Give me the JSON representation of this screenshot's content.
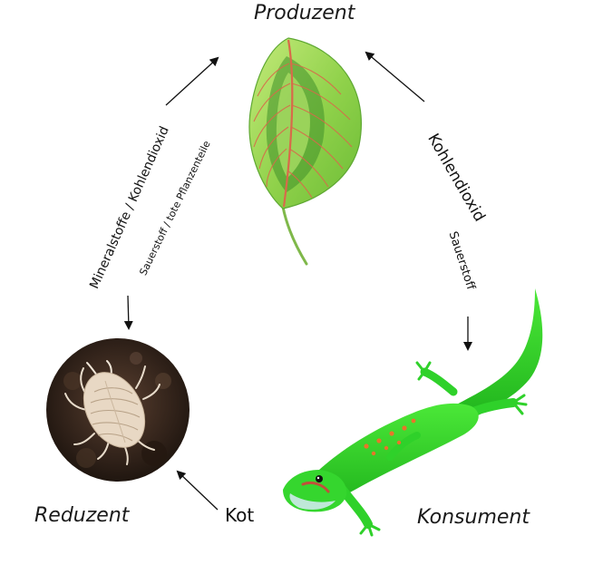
{
  "roles": {
    "producer": "Produzent",
    "consumer": "Konsument",
    "reducer": "Reduzent"
  },
  "flows": {
    "producer_to_consumer_outer": "Kohlendioxid",
    "producer_to_consumer_inner": "Sauerstoff",
    "reducer_to_producer_outer": "Mineralstoffe / Kohlendioxid",
    "reducer_to_producer_inner": "Sauerstoff / tote Pflanzenteile",
    "consumer_to_reducer": "Kot"
  },
  "images": {
    "producer": "leaf-illustration",
    "consumer": "green-lizard-illustration",
    "reducer": "woodlouse-photo"
  },
  "colors": {
    "leaf_green": "#8fd14a",
    "leaf_dark": "#3f8f2a",
    "leaf_vein": "#d86a4a",
    "lizard_green": "#2fd12a",
    "lizard_spot": "#e8752a",
    "soil": "#3a2a1e",
    "isopod": "#e8d8c4"
  }
}
